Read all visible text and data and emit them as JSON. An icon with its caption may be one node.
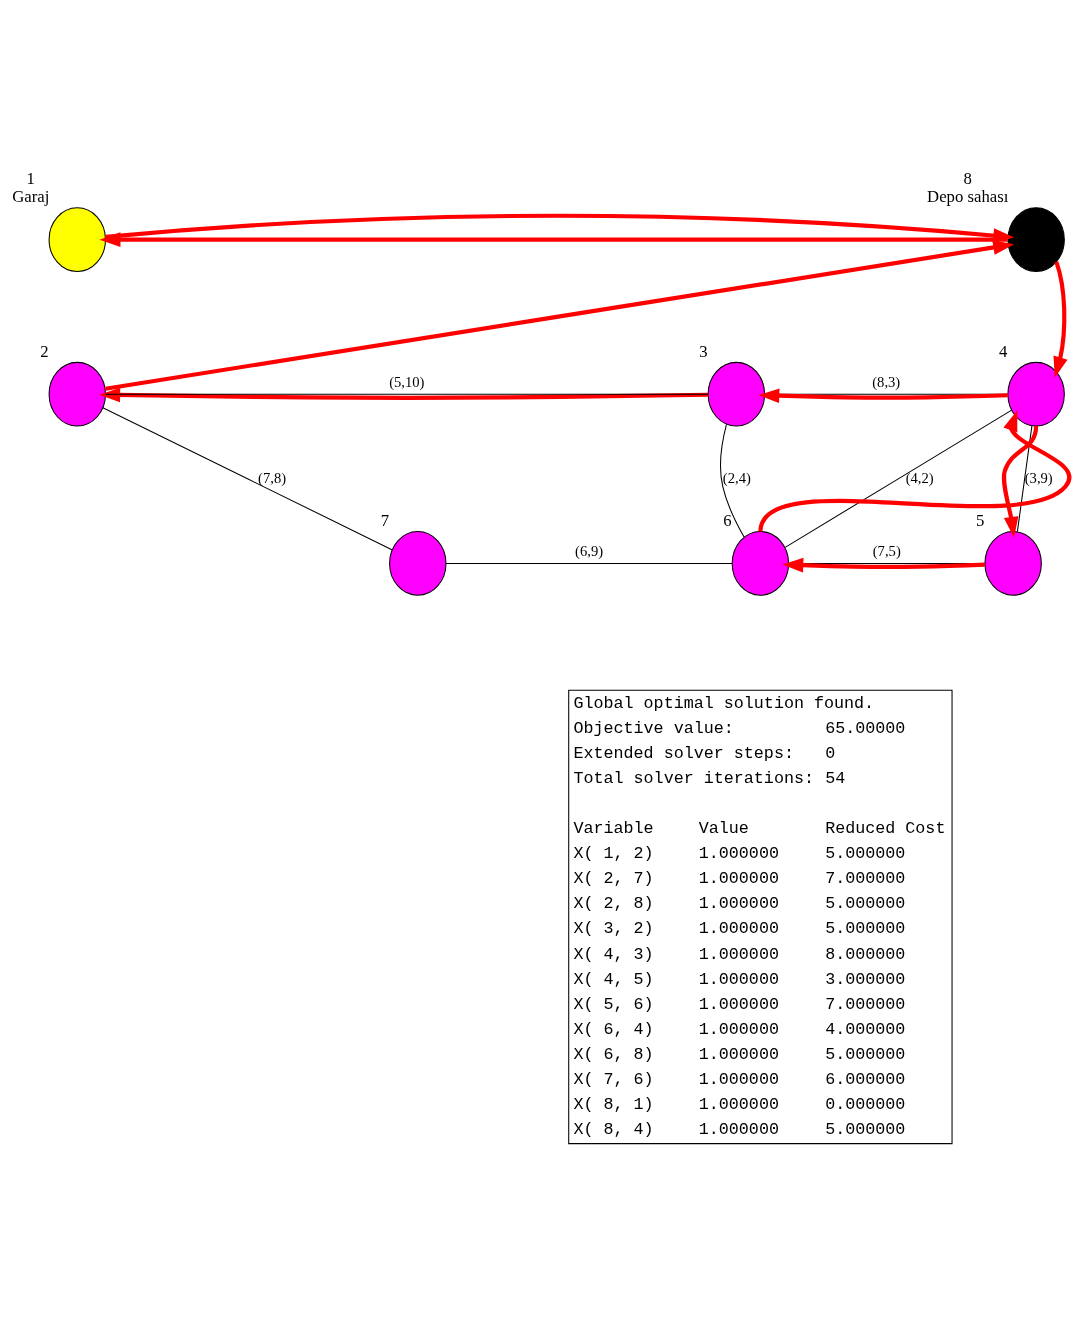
{
  "diagram": {
    "nodes": [
      {
        "text": [],
        "shape": "circle",
        "beside": [
          "1",
          "Garaj"
        ]
      },
      {
        "text": [],
        "shape": "circle",
        "beside": [
          "8",
          "Depo sahası"
        ]
      },
      {
        "text": [],
        "shape": "circle",
        "beside": [
          "3"
        ]
      },
      {
        "text": [],
        "shape": "circle",
        "beside": [
          "2"
        ]
      },
      {
        "text": [],
        "shape": "circle",
        "beside": [
          "4"
        ]
      },
      {
        "text": [],
        "shape": "circle",
        "beside": [
          "7"
        ]
      },
      {
        "text": [],
        "shape": "circle",
        "beside": [
          "6"
        ]
      },
      {
        "text": [],
        "shape": "circle",
        "beside": [
          "5"
        ]
      }
    ],
    "edges": [
      {
        "from": 3,
        "to": 2,
        "arrow": "none",
        "label": "(5,10)",
        "color": "#000000"
      },
      {
        "from": 2,
        "to": 4,
        "arrow": "none",
        "label": "(8,3)",
        "color": "#000000"
      },
      {
        "from": 2,
        "to": 6,
        "arrow": "none",
        "label": "(2,4)",
        "color": "#000000"
      },
      {
        "from": 3,
        "to": 5,
        "arrow": "none",
        "label": "(7,8)",
        "color": "#000000"
      },
      {
        "from": 5,
        "to": 6,
        "arrow": "none",
        "label": "(6,9)",
        "color": "#000000"
      },
      {
        "from": 6,
        "to": 4,
        "arrow": "none",
        "label": "(4,2)",
        "color": "#000000"
      },
      {
        "from": 4,
        "to": 7,
        "arrow": "none",
        "label": "(3,9)",
        "color": "#000000"
      },
      {
        "from": 6,
        "to": 7,
        "arrow": "none",
        "label": "(7,5)",
        "color": "#000000"
      },
      {
        "from": 1,
        "to": 0,
        "arrow": "to"
      },
      {
        "from": 3,
        "to": 1,
        "arrow": "to"
      },
      {
        "from": 4,
        "to": 2,
        "arrow": "to"
      },
      {
        "from": 2,
        "to": 3,
        "arrow": "to"
      },
      {
        "from": 1,
        "to": 4,
        "arrow": "to"
      },
      {
        "from": 4,
        "to": 7,
        "arrow": "to"
      },
      {
        "from": 7,
        "to": 6,
        "arrow": "to"
      },
      {
        "from": 6,
        "to": 4,
        "arrow": "to"
      },
      {
        "from": 0,
        "to": 1,
        "arrow": "to"
      }
    ],
    "labels": [
      "Global optimal solution found.",
      "Objective value:",
      "65.00000",
      "Extended solver steps:",
      "0",
      "Total solver iterations:",
      "54",
      "Variable",
      "Value",
      "Reduced Cost",
      "X( 1, 2)",
      "1.000000",
      "5.000000",
      "X( 2, 7)",
      "1.000000",
      "7.000000",
      "X( 2, 8)",
      "1.000000",
      "5.000000",
      "X( 3, 2)",
      "1.000000",
      "5.000000",
      "X( 4, 3)",
      "1.000000",
      "8.000000",
      "X( 4, 5)",
      "1.000000",
      "3.000000",
      "X( 5, 6)",
      "1.000000",
      "7.000000",
      "X( 6, 4)",
      "1.000000",
      "4.000000",
      "X( 6, 8)",
      "1.000000",
      "5.000000",
      "X( 7, 6)",
      "1.000000",
      "6.000000",
      "X( 8, 1)",
      "1.000000",
      "0.000000",
      "X( 8, 4)",
      "1.000000",
      "5.000000"
    ]
  }
}
